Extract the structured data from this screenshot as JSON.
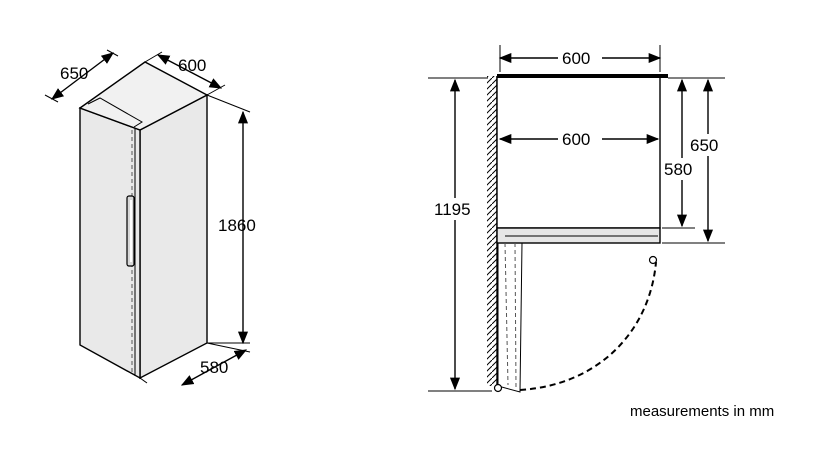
{
  "isometric_view": {
    "depth_label": "650",
    "width_label": "600",
    "height_label": "1860",
    "inner_depth_label": "580"
  },
  "top_view": {
    "outer_width_label": "600",
    "inner_width_label": "600",
    "overall_depth_with_door_label": "1195",
    "outer_depth_label": "650",
    "inner_depth_label": "580"
  },
  "footer": {
    "units_note": "measurements in mm"
  }
}
